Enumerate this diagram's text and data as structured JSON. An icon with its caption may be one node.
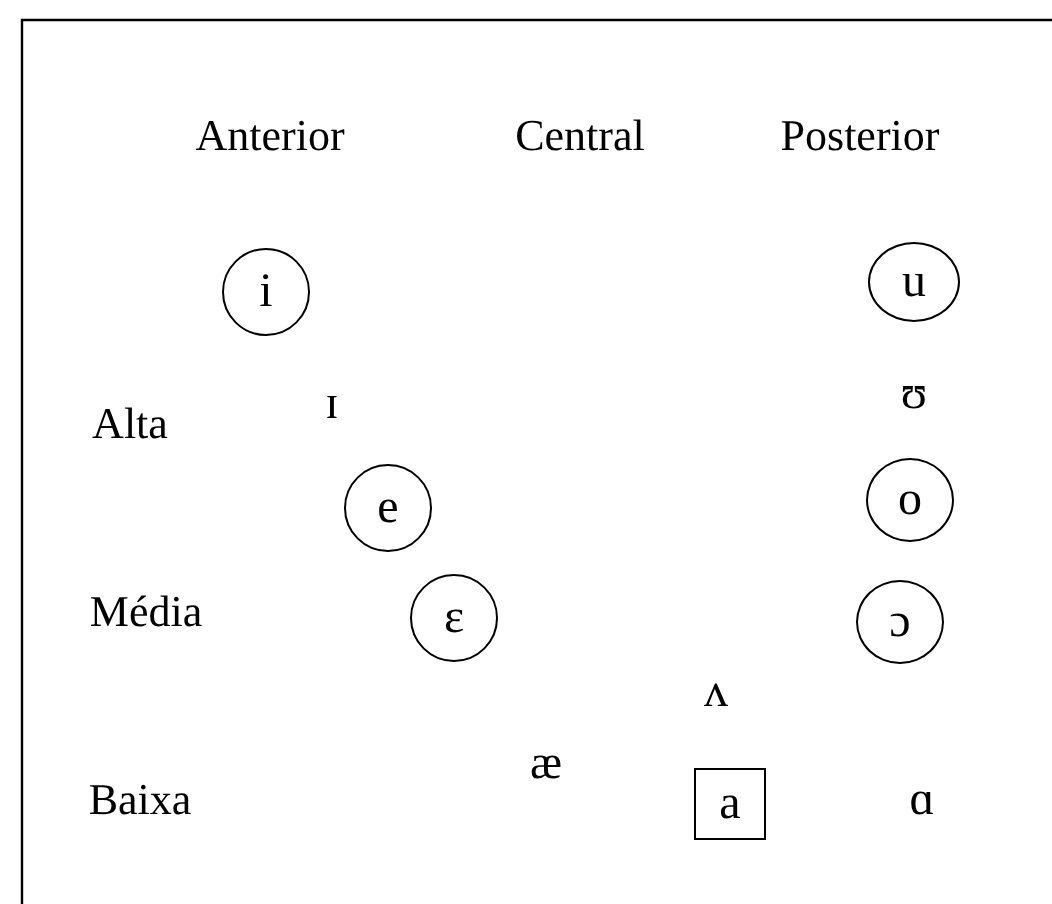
{
  "diagram": {
    "nodes": [
      {
        "text": [
          "i"
        ]
      },
      {
        "text": [
          "u"
        ]
      },
      {
        "text": [
          "e"
        ]
      },
      {
        "text": [
          "o"
        ]
      },
      {
        "text": [
          "ɛ"
        ]
      },
      {
        "text": [
          "ɔ"
        ]
      },
      {
        "text": [
          "a"
        ]
      }
    ],
    "labels": [
      "Anterior",
      "Central",
      "Posterior",
      "ʊ",
      "ɪ",
      "Alta",
      "Média",
      "ʌ",
      "æ",
      "Baixa",
      "ɑ"
    ]
  }
}
